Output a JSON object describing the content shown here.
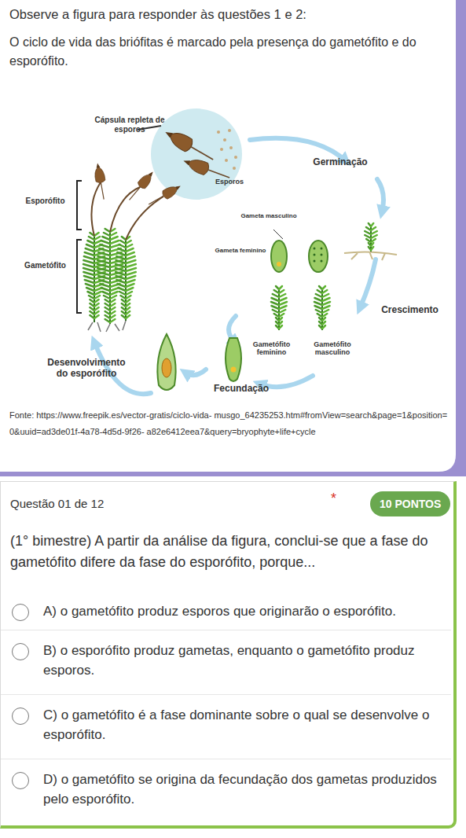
{
  "diagram": {
    "nodes": [
      {
        "text": [
          "Observe a figura para responder às questões 1 e 2:",
          "O ciclo de vida das briófitas é marcado pela presença do gametófito e do esporófito.",
          "Fonte: https://www.freepik.es/vector-gratis/ciclo-vida- musgo_64235253.htm#fromView=search&page=1&position=0&uuid=ad3de01f-4a78-4d5d-9f26- a82e6412eea7&query=bryophyte+life+cycle"
        ]
      },
      {
        "text": [
          "Questão 01 de 12",
          "*",
          "(1° bimestre) A partir da análise da figura, conclui-se que a fase do gametófito difere da fase do esporófito, porque..."
        ]
      },
      {
        "text": [
          "10 PONTOS"
        ],
        "in": 1
      },
      {
        "text": [
          "A) o gametófito produz esporos que originarão o esporófito."
        ],
        "in": 1
      },
      {
        "text": [
          "B) o esporófito produz gametas, enquanto o gametófito produz esporos."
        ],
        "in": 1
      },
      {
        "text": [
          "C) o gametófito é a fase dominante sobre o qual se desenvolve o esporófito."
        ],
        "in": 1
      },
      {
        "text": [
          "D) o gametófito se origina da fecundação dos gametas produzidos pelo esporófito."
        ],
        "in": 1
      }
    ],
    "labels": [
      "Cápsula repleta de esporos",
      "Esporos",
      "Germinação",
      "Esporófito",
      "Gametófito",
      "Gameta masculino",
      "Gameta feminino",
      "Crescimento",
      "Gametófito feminino",
      "Gametófito masculino",
      "Desenvolvimento do esporófito",
      "Fecundação"
    ]
  }
}
